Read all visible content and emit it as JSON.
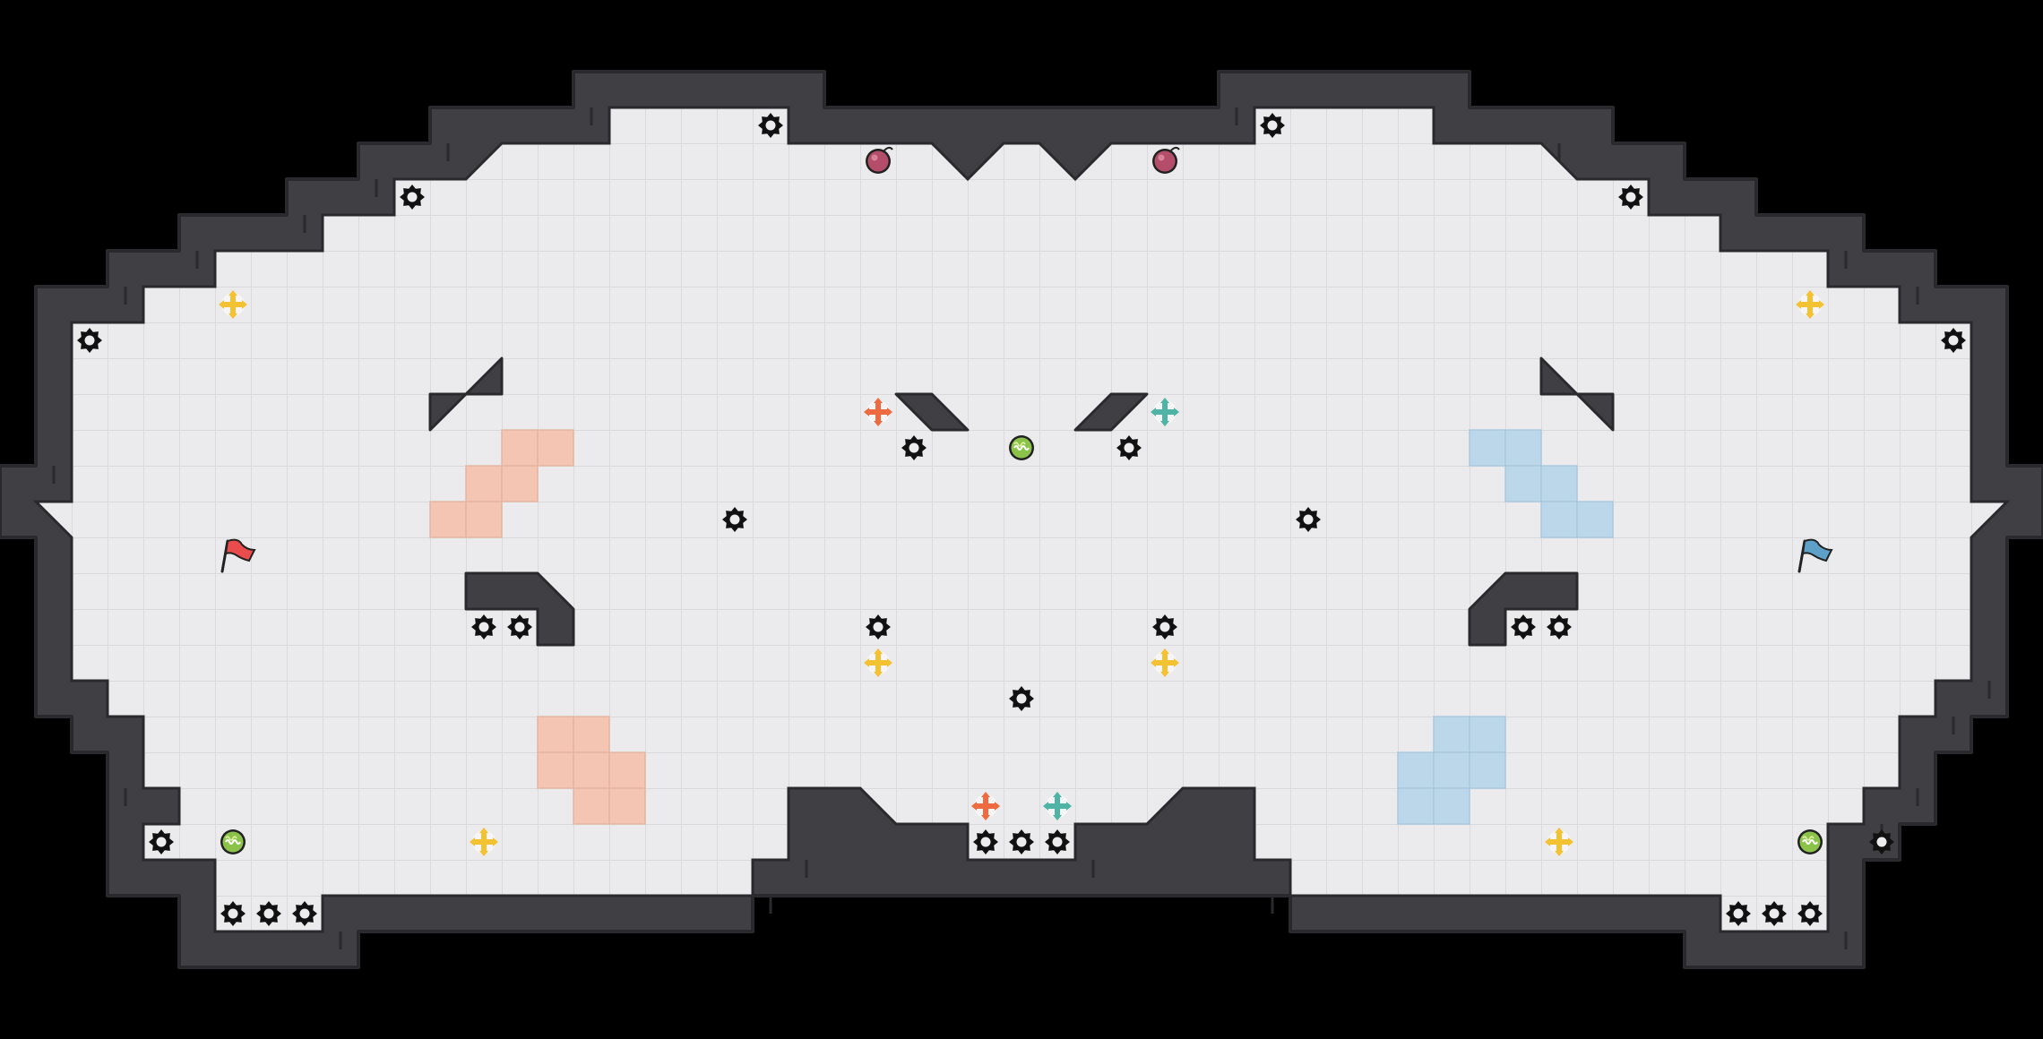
{
  "game": {
    "mode": "capture-the-flag",
    "colors": {
      "background": "#000000",
      "wall": "#3f3f44",
      "wall_edge": "#2a2a2e",
      "floor": "#ebebed",
      "grid": "#d6d6da",
      "red_team_tile": "#f4c5b3",
      "blue_team_tile": "#bcd6ea",
      "spike": "#111111",
      "powerup_yellow": "#f2c233",
      "powerup_orange": "#ee6b42",
      "powerup_teal": "#4fb3a5",
      "bomb": "#b44d6a",
      "boost": "#8bc34a",
      "flag_red": "#e84c4c",
      "flag_blue": "#5ea0c8"
    },
    "flags": [
      {
        "team": "red",
        "icon": "red-flag-icon"
      },
      {
        "team": "blue",
        "icon": "blue-flag-icon"
      }
    ],
    "icons": [
      "spike-icon",
      "powerup-icon",
      "bomb-icon",
      "boost-icon",
      "flag-icon"
    ]
  }
}
